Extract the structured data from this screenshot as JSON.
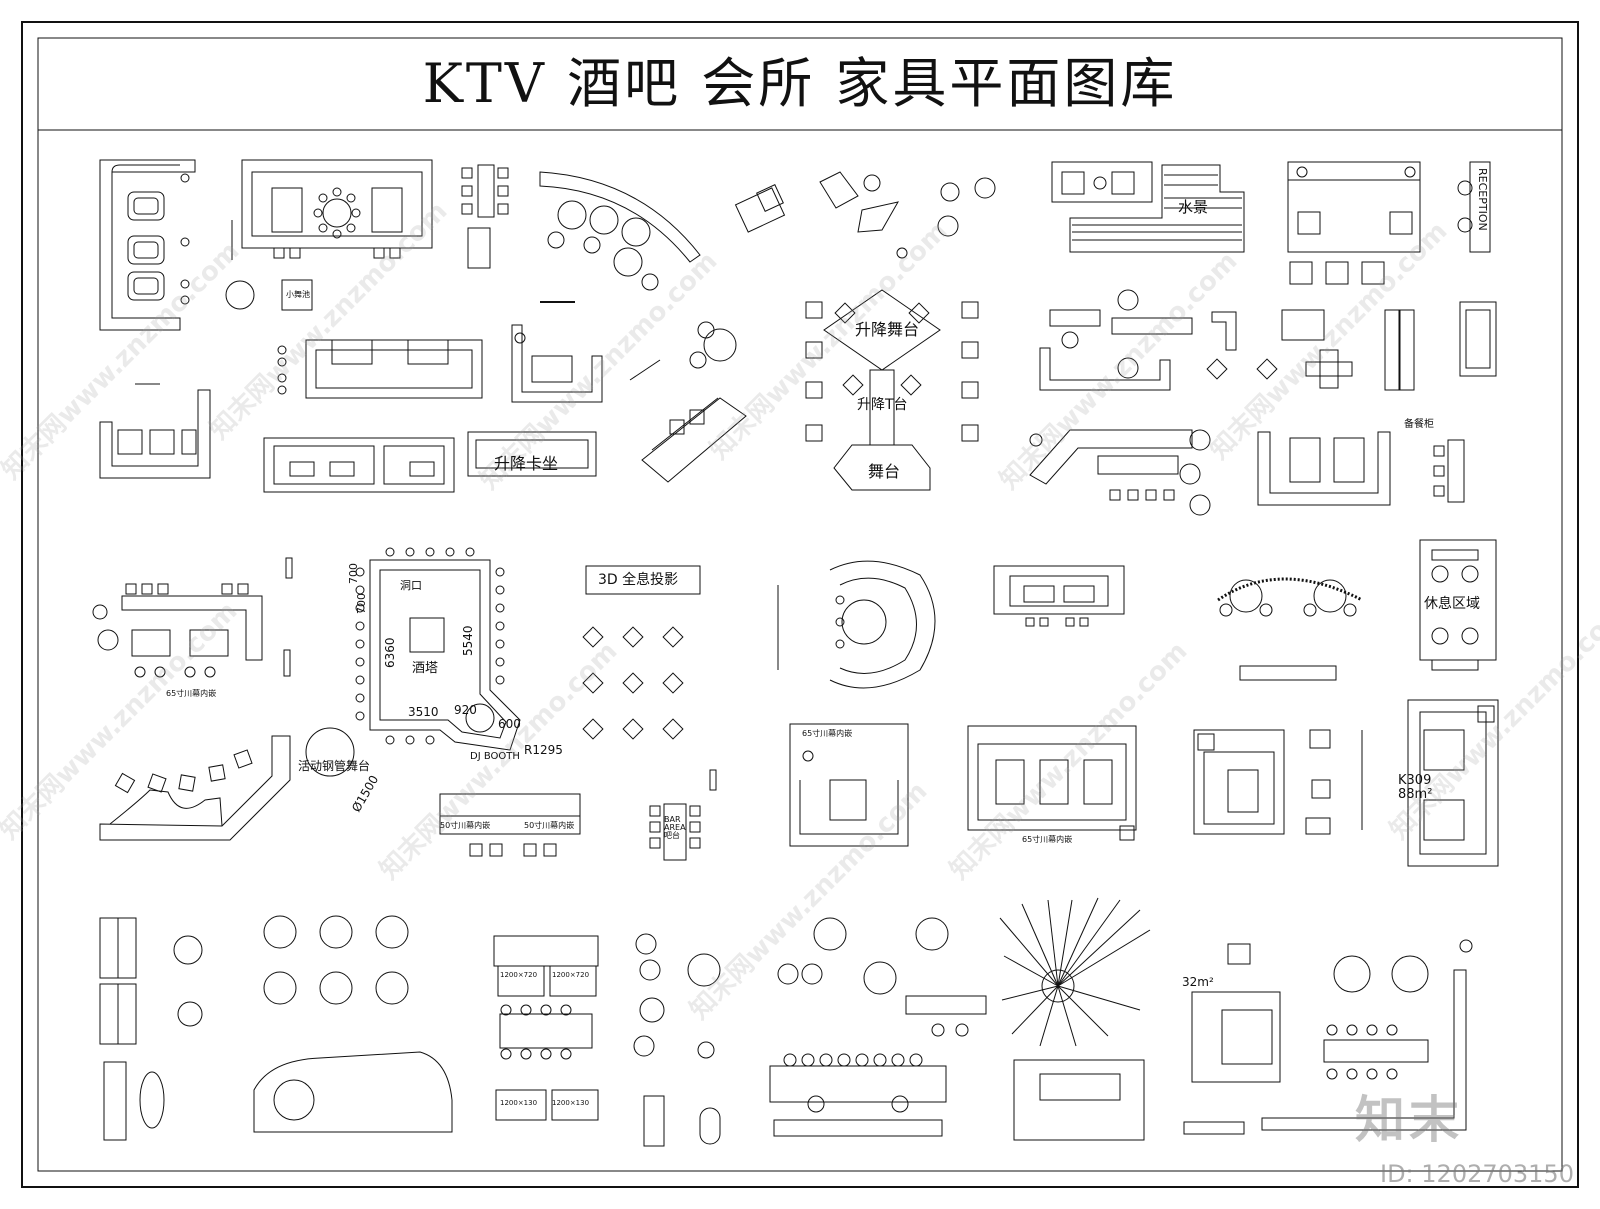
{
  "sheet_title": "KTV 酒吧 会所 家具平面图库",
  "labels": {
    "water_feature": "水景",
    "reception": "RECEPTION",
    "lift_stage": "升降舞台",
    "lift_t_stage": "升降T台",
    "stage": "舞台",
    "lift_booth": "升降卡坐",
    "hologram": "3D 全息投影",
    "rest_area": "休息区域",
    "sideboard": "备餐柜",
    "hole": "洞口",
    "wine_tower": "酒塔",
    "dj_booth": "DJ BOOTH",
    "dim_6360": "6360",
    "dim_5540": "5540",
    "dim_3510": "3510",
    "dim_920": "920",
    "dim_600": "600",
    "dim_700_a": "700",
    "dim_700_b": "700",
    "dim_r1295": "R1295",
    "pole_stage": "活动钢管舞台",
    "dim_d1500": "Ø1500",
    "bar_area": "BAR AREA 吧台",
    "room_code": "K309",
    "room_area_a": "88m²",
    "room_area_b": "32m²",
    "small_stage": "小舞池",
    "tv_65_a": "65寸川幕内嵌",
    "tv_65_b": "65寸川幕内嵌",
    "tv_65_c": "65寸川幕内嵌",
    "tv_50_a": "50寸川幕内嵌",
    "tv_50_b": "50寸川幕内嵌",
    "size_1200x720_a": "1200×720",
    "size_1200x720_b": "1200×720",
    "size_1200x130_a": "1200×130",
    "size_1200x130_b": "1200×130"
  },
  "watermark": {
    "text": "知末网www.znzmo.com",
    "logo": "知末",
    "id_label": "ID: 1202703150"
  }
}
